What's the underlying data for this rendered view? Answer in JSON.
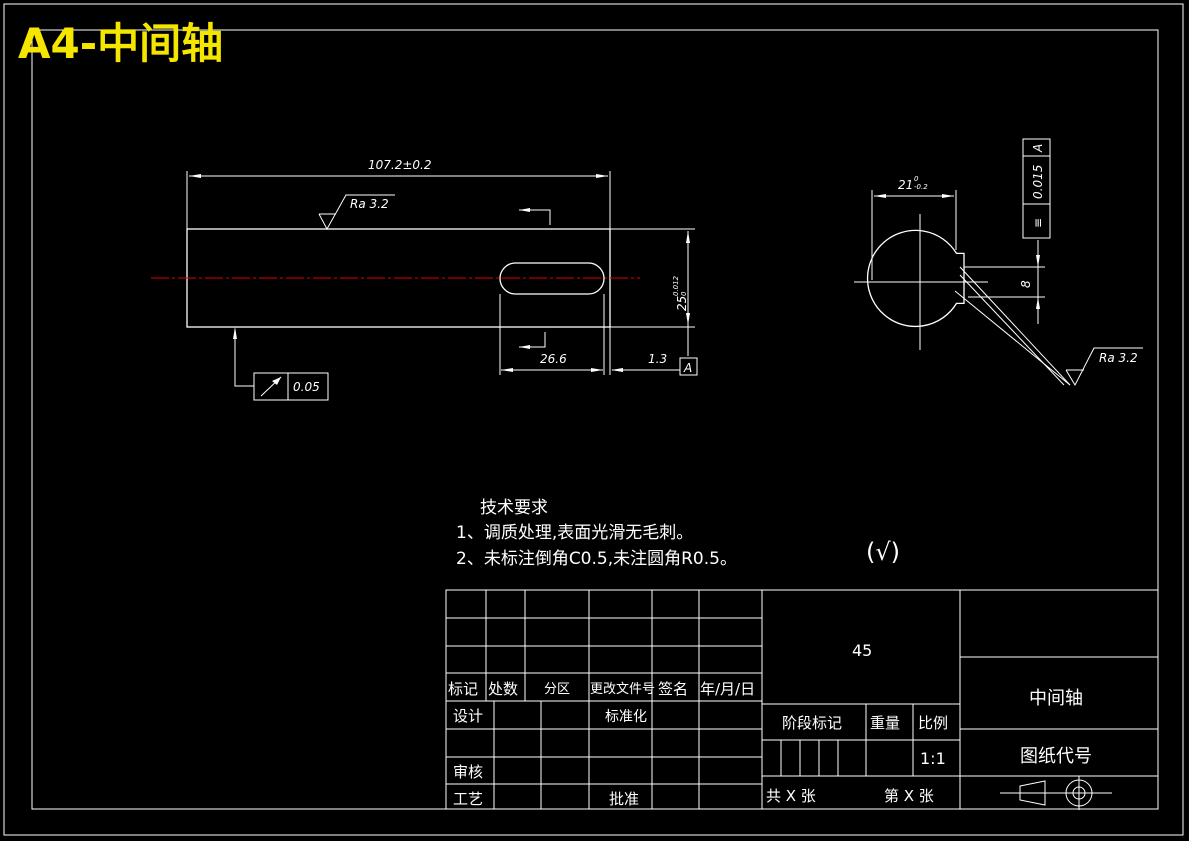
{
  "drawing": {
    "corner_title": "A4-中间轴",
    "title_color": "#f5e600",
    "centerline_color": "#e00000",
    "line_color": "#ffffff"
  },
  "front_view": {
    "length_dim": "107.2±0.2",
    "roughness": "Ra 3.2",
    "keyway_length": "26.6",
    "keyway_offset": "1.3",
    "datum": "A",
    "runout_tol": "0.05",
    "dia_base": "25",
    "dia_tol_upper": "0.012",
    "dia_tol_lower": "0"
  },
  "section_view": {
    "dia_base": "21",
    "dia_tol_upper": "0",
    "dia_tol_lower": "-0.2",
    "keyway_depth": "8",
    "roughness": "Ra 3.2",
    "sym_tol": "0.015",
    "sym_datum": "A",
    "sym_symbol": "≡"
  },
  "tech_req": {
    "heading": "技术要求",
    "item1": "1、调质处理,表面光滑无毛刺。",
    "item2": "2、未标注倒角C0.5,未注圆角R0.5。",
    "general_roughness": "(√)"
  },
  "title_block": {
    "material": "45",
    "part_name": "中间轴",
    "drawing_no": "图纸代号",
    "scale": "1:1",
    "stage_mark": "阶段标记",
    "weight": "重量",
    "ratio": "比例",
    "sheets_total": "共 X 张",
    "sheet_no": "第 X 张",
    "h_mark": "标记",
    "h_count": "处数",
    "h_zone": "分区",
    "h_doc": "更改文件号",
    "h_sign": "签名",
    "h_date": "年/月/日",
    "design": "设计",
    "standard": "标准化",
    "review": "审核",
    "process": "工艺",
    "approve": "批准"
  }
}
